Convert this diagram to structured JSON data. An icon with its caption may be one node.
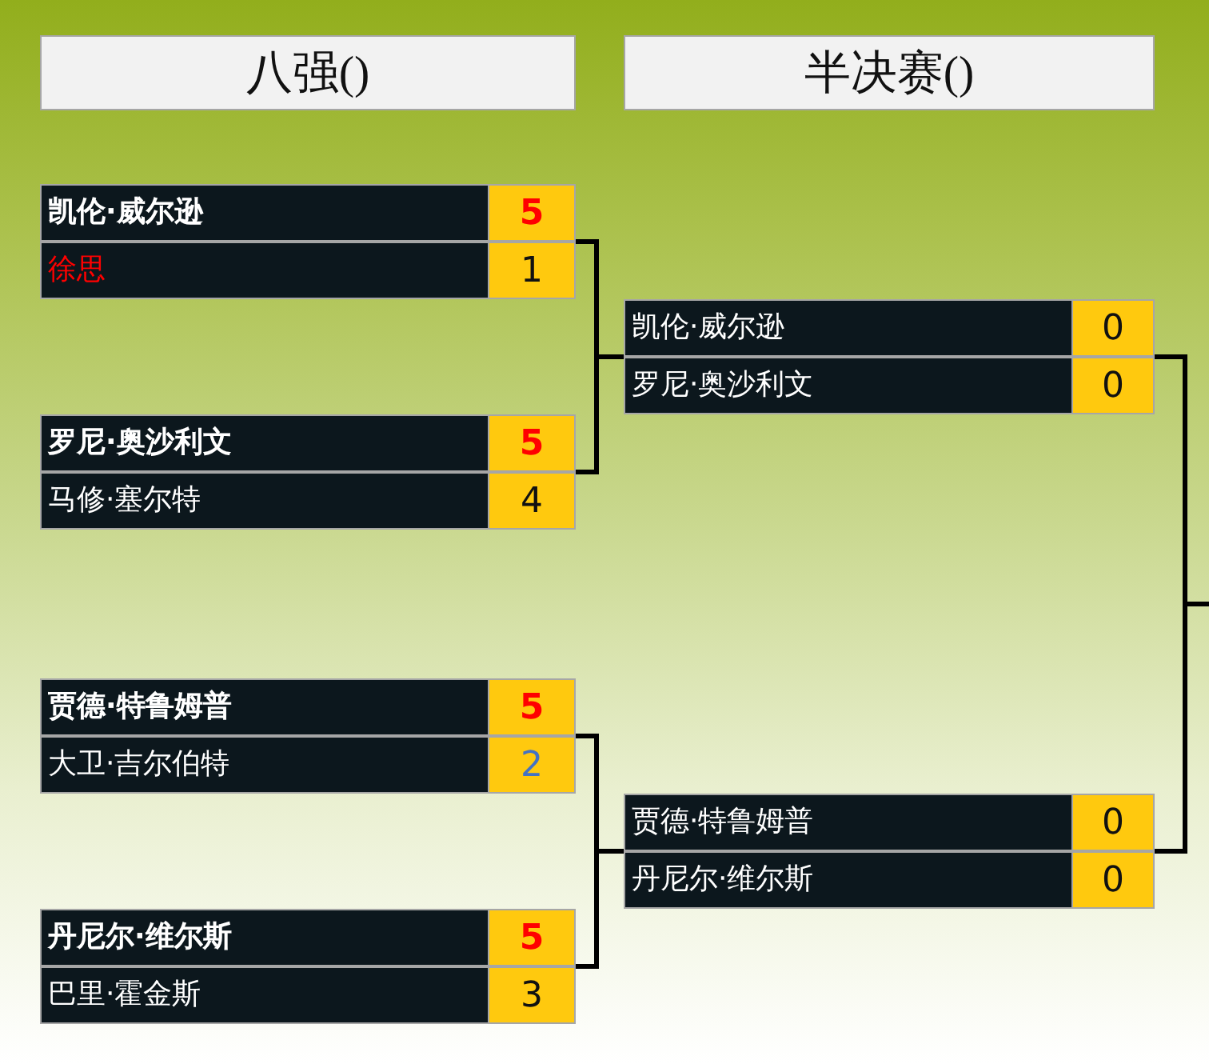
{
  "diagram": {
    "nodes": [
      {
        "text": [
          "八强()"
        ]
      },
      {
        "text": [
          "半决赛()"
        ]
      },
      {
        "text": [],
        "shape": "box"
      },
      {
        "text": [
          "凯伦·威尔逊",
          "5"
        ],
        "in": 2
      },
      {
        "text": [
          "徐思",
          "1"
        ],
        "in": 2
      },
      {
        "text": [],
        "shape": "box"
      },
      {
        "text": [
          "罗尼·奥沙利文",
          "5"
        ],
        "in": 5
      },
      {
        "text": [
          "马修·塞尔特",
          "4"
        ],
        "in": 5
      },
      {
        "text": [],
        "shape": "box"
      },
      {
        "text": [
          "贾德·特鲁姆普",
          "5"
        ],
        "in": 8
      },
      {
        "text": [
          "大卫·吉尔伯特",
          "2"
        ],
        "in": 8
      },
      {
        "text": [],
        "shape": "box"
      },
      {
        "text": [
          "丹尼尔·维尔斯",
          "5"
        ],
        "in": 11
      },
      {
        "text": [
          "巴里·霍金斯",
          "3"
        ],
        "in": 11
      },
      {
        "text": [],
        "shape": "box"
      },
      {
        "text": [
          "凯伦·威尔逊",
          "0"
        ],
        "in": 14
      },
      {
        "text": [
          "罗尼·奥沙利文",
          "0"
        ],
        "in": 14
      },
      {
        "text": [],
        "shape": "box"
      },
      {
        "text": [
          "贾德·特鲁姆普",
          "0"
        ],
        "in": 17
      },
      {
        "text": [
          "丹尼尔·维尔斯",
          "0"
        ],
        "in": 17
      }
    ],
    "edges": [
      {
        "from": 2,
        "to": 14,
        "arrow": "none"
      },
      {
        "from": 5,
        "to": 14,
        "arrow": "none"
      },
      {
        "from": 8,
        "to": 17,
        "arrow": "none"
      },
      {
        "from": 11,
        "to": 17,
        "arrow": "none"
      },
      {
        "from": 14,
        "to": null,
        "arrow": "none"
      },
      {
        "from": 17,
        "to": null,
        "arrow": "none"
      }
    ]
  }
}
